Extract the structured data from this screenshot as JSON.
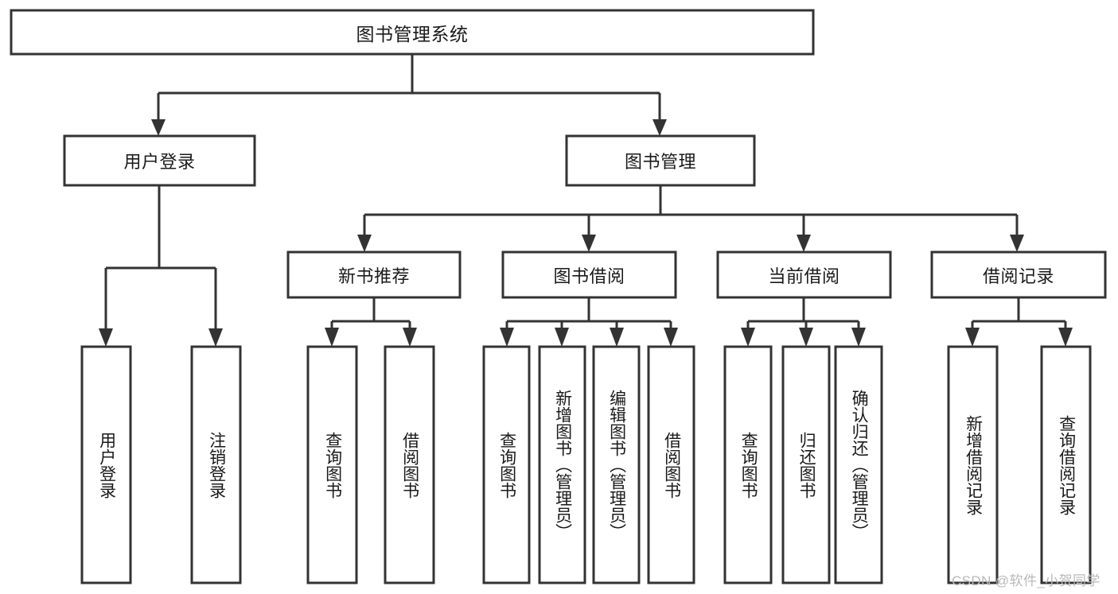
{
  "diagram": {
    "title": "图书管理系统",
    "type": "tree",
    "orientation": "top-down",
    "colors": {
      "box_fill": "#FFFFFF",
      "box_stroke": "#333333",
      "text": "#1A1A1A",
      "background": "#FFFFFF",
      "watermark": "#B9B9B9"
    },
    "nodes": {
      "root": {
        "label": "图书管理系统",
        "level": 0,
        "text_direction": "horizontal"
      },
      "user_login": {
        "label": "用户登录",
        "level": 1,
        "text_direction": "horizontal"
      },
      "book_manage": {
        "label": "图书管理",
        "level": 1,
        "text_direction": "horizontal"
      },
      "new_book_rec": {
        "label": "新书推荐",
        "level": 2,
        "text_direction": "horizontal"
      },
      "book_borrow": {
        "label": "图书借阅",
        "level": 2,
        "text_direction": "horizontal"
      },
      "current_borrow": {
        "label": "当前借阅",
        "level": 2,
        "text_direction": "horizontal"
      },
      "borrow_record": {
        "label": "借阅记录",
        "level": 2,
        "text_direction": "horizontal"
      },
      "leaf_user_login": {
        "label": "用户登录",
        "level": 2,
        "text_direction": "vertical"
      },
      "leaf_logout": {
        "label": "注销登录",
        "level": 2,
        "text_direction": "vertical"
      },
      "leaf_rec_query": {
        "label": "查询图书",
        "level": 3,
        "text_direction": "vertical"
      },
      "leaf_rec_borrow": {
        "label": "借阅图书",
        "level": 3,
        "text_direction": "vertical"
      },
      "leaf_borrow_query": {
        "label": "查询图书",
        "level": 3,
        "text_direction": "vertical"
      },
      "leaf_borrow_add": {
        "label": "新增图书（管理员）",
        "level": 3,
        "text_direction": "vertical"
      },
      "leaf_borrow_edit": {
        "label": "编辑图书（管理员）",
        "level": 3,
        "text_direction": "vertical"
      },
      "leaf_borrow_do": {
        "label": "借阅图书",
        "level": 3,
        "text_direction": "vertical"
      },
      "leaf_cur_query": {
        "label": "查询图书",
        "level": 3,
        "text_direction": "vertical"
      },
      "leaf_cur_return": {
        "label": "归还图书",
        "level": 3,
        "text_direction": "vertical"
      },
      "leaf_cur_confirm": {
        "label": "确认归还（管理员）",
        "level": 3,
        "text_direction": "vertical"
      },
      "leaf_rec_add": {
        "label": "新增借阅记录",
        "level": 3,
        "text_direction": "vertical"
      },
      "leaf_rec_search": {
        "label": "查询借阅记录",
        "level": 3,
        "text_direction": "vertical"
      }
    },
    "edges": [
      {
        "from": "root",
        "to": "user_login"
      },
      {
        "from": "root",
        "to": "book_manage"
      },
      {
        "from": "user_login",
        "to": "leaf_user_login"
      },
      {
        "from": "user_login",
        "to": "leaf_logout"
      },
      {
        "from": "book_manage",
        "to": "new_book_rec"
      },
      {
        "from": "book_manage",
        "to": "book_borrow"
      },
      {
        "from": "book_manage",
        "to": "current_borrow"
      },
      {
        "from": "book_manage",
        "to": "borrow_record"
      },
      {
        "from": "new_book_rec",
        "to": "leaf_rec_query"
      },
      {
        "from": "new_book_rec",
        "to": "leaf_rec_borrow"
      },
      {
        "from": "book_borrow",
        "to": "leaf_borrow_query"
      },
      {
        "from": "book_borrow",
        "to": "leaf_borrow_add"
      },
      {
        "from": "book_borrow",
        "to": "leaf_borrow_edit"
      },
      {
        "from": "book_borrow",
        "to": "leaf_borrow_do"
      },
      {
        "from": "current_borrow",
        "to": "leaf_cur_query"
      },
      {
        "from": "current_borrow",
        "to": "leaf_cur_return"
      },
      {
        "from": "current_borrow",
        "to": "leaf_cur_confirm"
      },
      {
        "from": "borrow_record",
        "to": "leaf_rec_add"
      },
      {
        "from": "borrow_record",
        "to": "leaf_rec_search"
      }
    ]
  },
  "watermark": {
    "text": "CSDN @软件_小贺同学"
  }
}
